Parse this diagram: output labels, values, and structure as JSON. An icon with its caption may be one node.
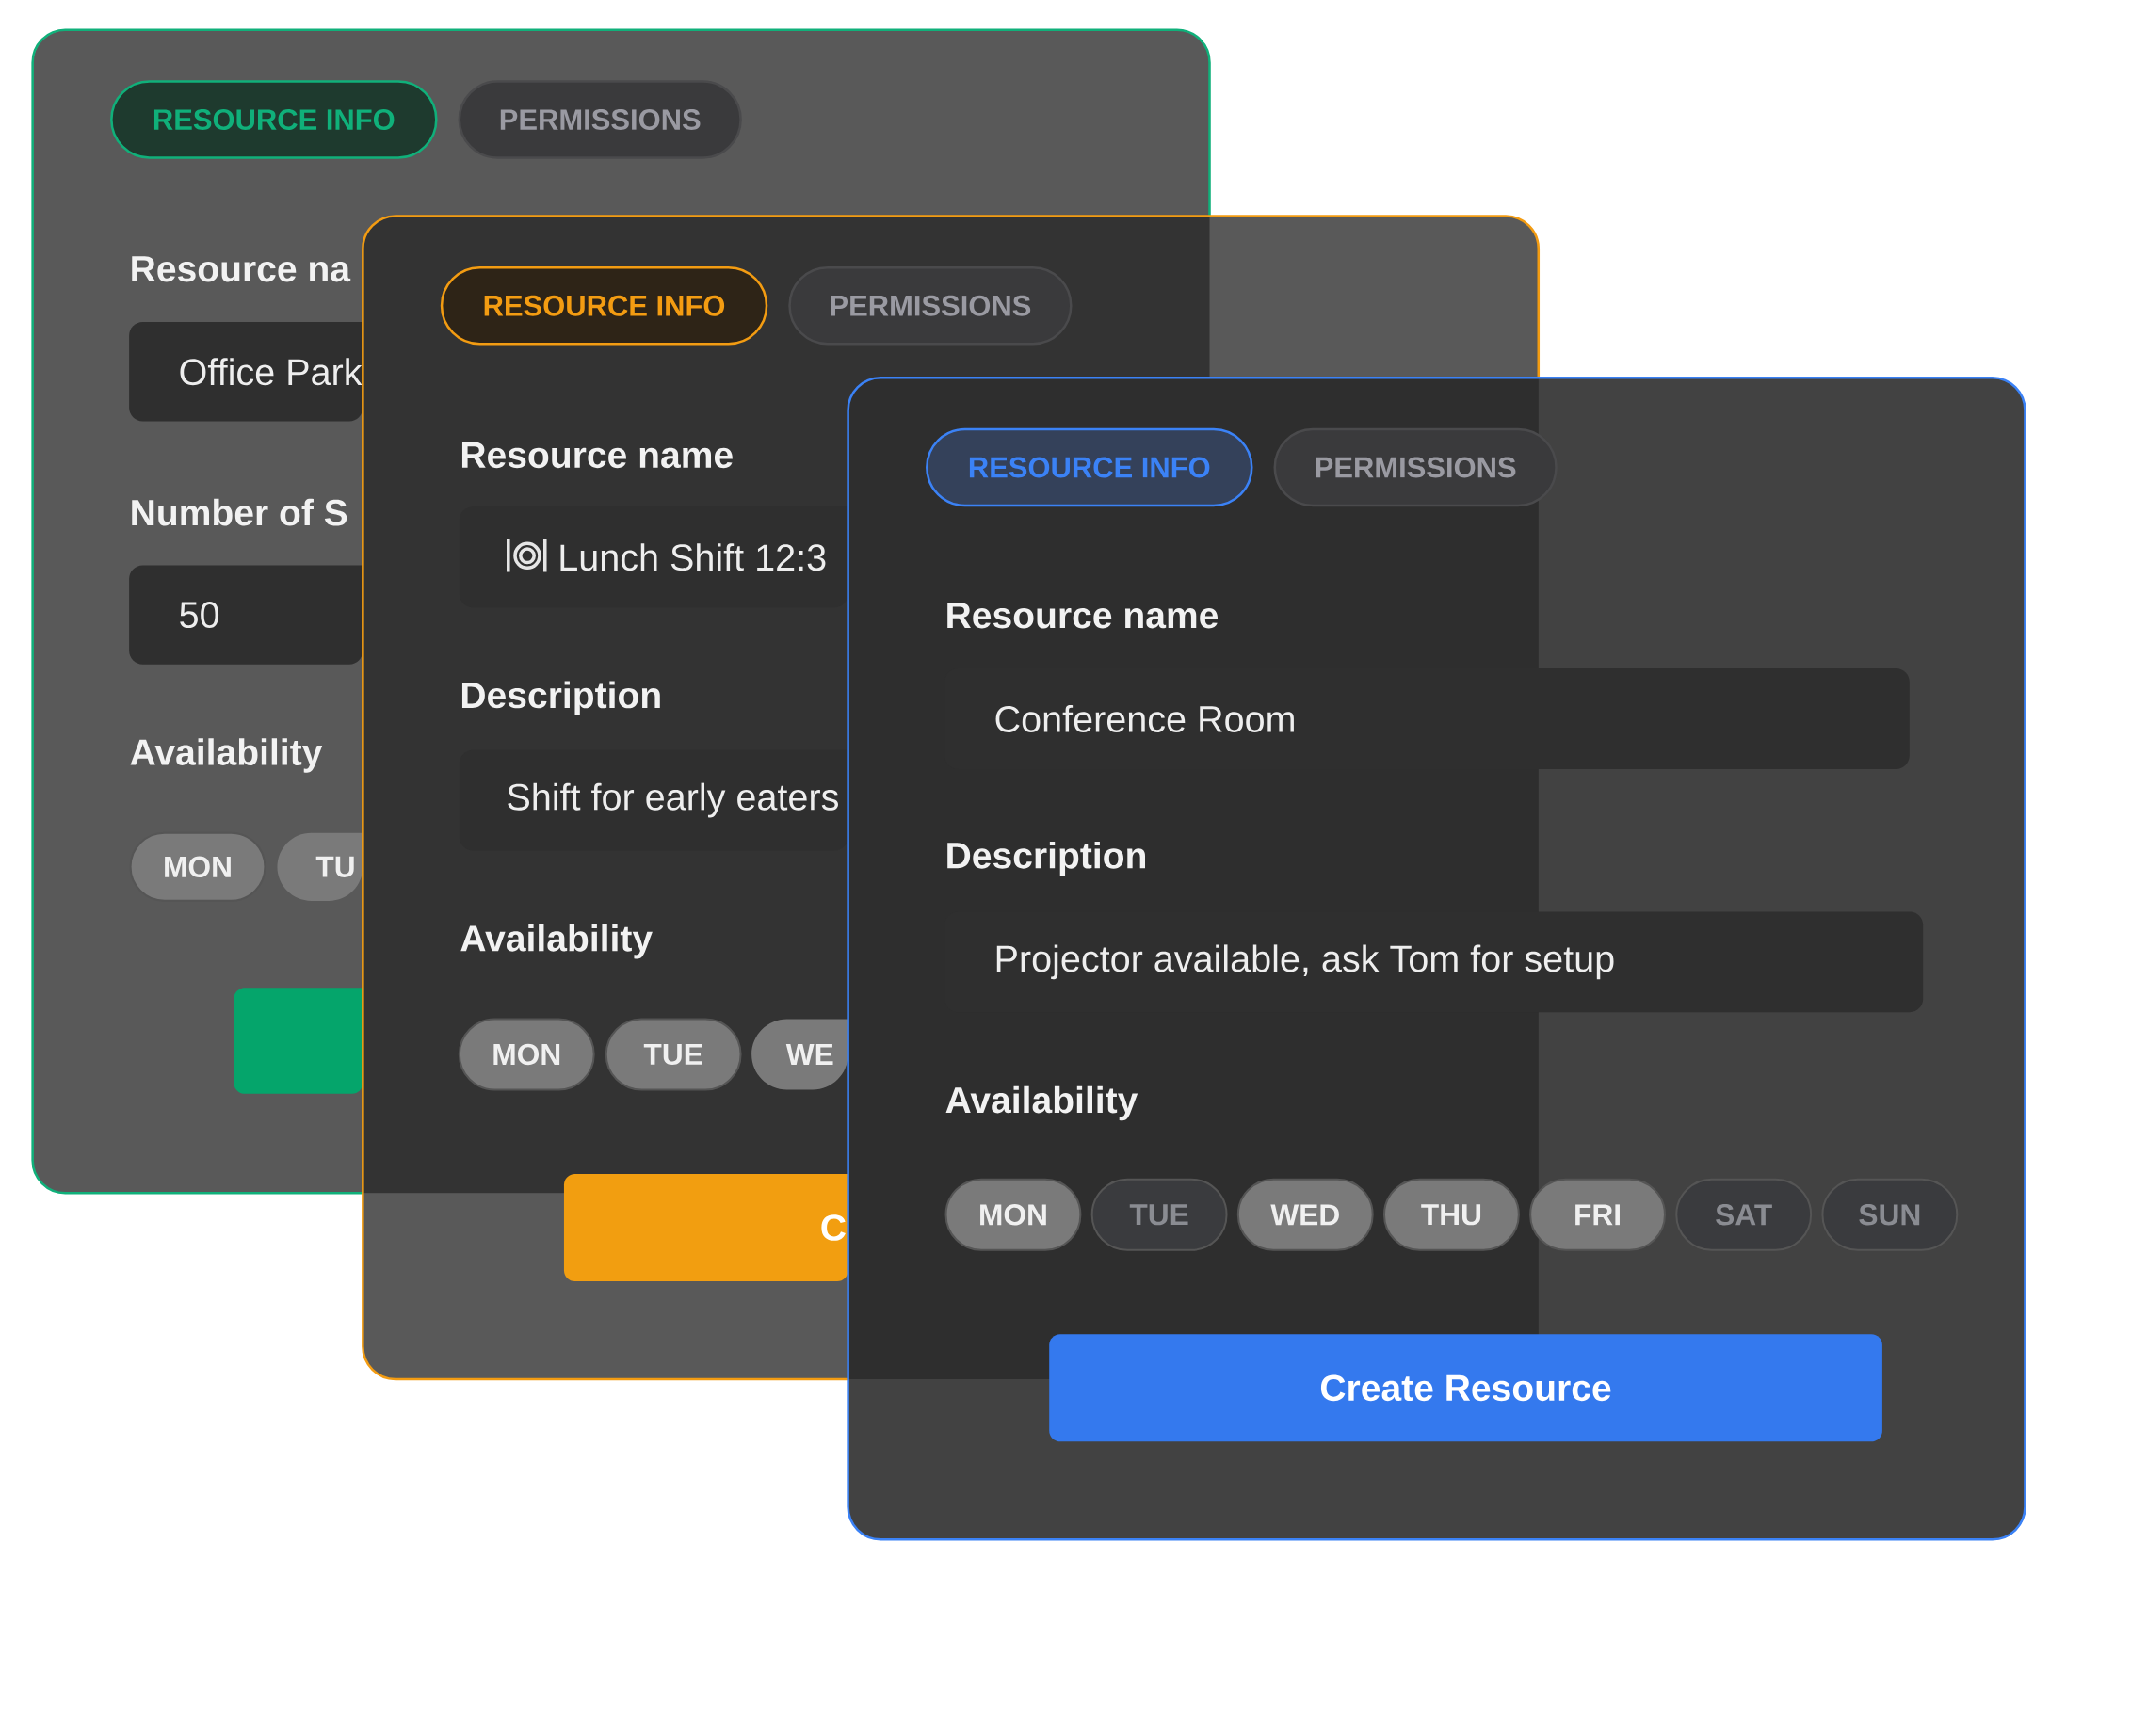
{
  "diagram": {
    "nodes": [
      {
        "text": [],
        "shape": "box"
      },
      {
        "text": [
          "RESOURCE INFO"
        ],
        "in": 0
      },
      {
        "text": [
          "PERMISSIONS"
        ],
        "in": 0
      },
      {
        "text": [
          "Resource na",
          "Office Park"
        ],
        "in": 0
      },
      {
        "text": [
          "Number of S",
          "50"
        ],
        "in": 0
      },
      {
        "text": [
          "MON"
        ],
        "in": 0
      },
      {
        "text": [
          "TU"
        ],
        "in": 0
      },
      {
        "text": [],
        "shape": "box",
        "in": 0
      },
      {
        "text": [],
        "shape": "box"
      },
      {
        "text": [
          "RESOURCE INFO"
        ]
      },
      {
        "text": [
          "PERMISSIONS"
        ]
      },
      {
        "text": [
          "Resource name",
          "Lunch Shift 12:3"
        ]
      },
      {
        "text": [
          "Description",
          "Shift for early eaters"
        ]
      },
      {
        "text": [
          "MON"
        ]
      },
      {
        "text": [
          "TUE"
        ]
      },
      {
        "text": [
          "WE"
        ]
      },
      {
        "text": [
          "C"
        ],
        "in": 8
      },
      {
        "text": [],
        "shape": "box"
      },
      {
        "text": [
          "RESOURCE INFO"
        ]
      },
      {
        "text": [
          "PERMISSIONS"
        ],
        "in": 17
      },
      {
        "text": [
          "Conference Room"
        ],
        "in": 17
      },
      {
        "text": [
          "Projector available, ask Tom for setup"
        ],
        "in": 17
      },
      {
        "text": [
          "MON"
        ]
      },
      {
        "text": [
          "TUE"
        ]
      },
      {
        "text": [
          "WED"
        ]
      },
      {
        "text": [
          "THU"
        ]
      },
      {
        "text": [
          "FRI"
        ],
        "in": 17
      },
      {
        "text": [
          "SAT"
        ],
        "in": 17
      },
      {
        "text": [
          "SUN"
        ],
        "in": 17
      },
      {
        "text": [
          "Create Resource"
        ],
        "in": 17
      }
    ],
    "labels": [
      "Availability",
      "Availability",
      "Resource name",
      "Description",
      "Availability"
    ]
  }
}
